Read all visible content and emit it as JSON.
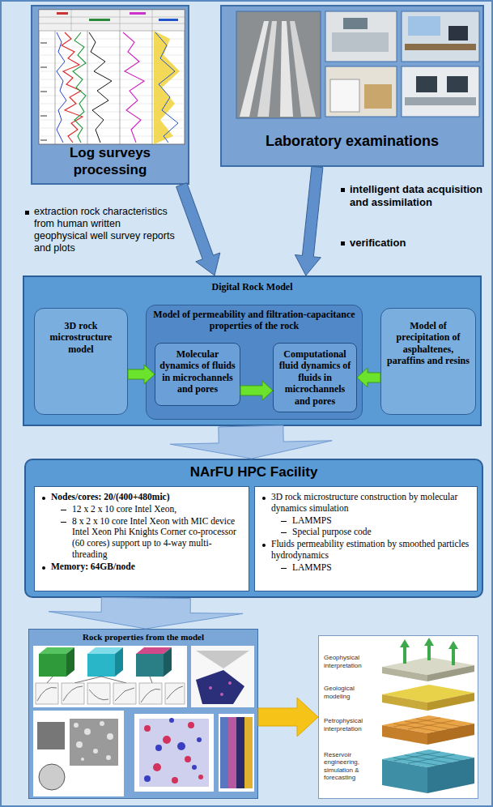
{
  "diagram": {
    "nodes": [
      {
        "text": [
          "Log surveys processing"
        ]
      },
      {
        "text": [
          "Laboratory examinations"
        ]
      },
      {
        "text": [
          "Digital Rock Model"
        ]
      },
      {
        "text": [
          "3D rock microstructure model"
        ],
        "in": 2
      },
      {
        "text": [
          "Model of permeability and filtration-capacitance properties of the rock"
        ],
        "in": 2
      },
      {
        "text": [
          "Molecular dynamics of fluids in microchannels and pores"
        ],
        "in": 4
      },
      {
        "text": [
          "Computational fluid dynamics of fluids in microchannels and pores"
        ],
        "in": 4
      },
      {
        "text": [
          "Model of precipitation of asphaltenes, paraffins and resins"
        ],
        "in": 2
      },
      {
        "text": [
          "NArFU HPC Facility"
        ]
      },
      {
        "text": [
          "Nodes/cores: 20/(400+480mic)",
          "12 x 2 x 10 core Intel Xeon,",
          "8 x 2 x 10 core Intel Xeon with MIC device Intel Xeon Phi Knights Corner co-processor (60 cores) support up to 4-way multi-threading",
          "Memory: 64GB/node"
        ],
        "in": 8
      },
      {
        "text": [
          "3D rock microstructure construction by molecular dynamics simulation",
          "LAMMPS",
          "Special purpose code",
          "Fluids permeability estimation by smoothed particles hydrodynamics",
          "LAMMPS"
        ],
        "in": 8
      },
      {
        "text": [
          "Rock properties from the model"
        ]
      },
      {
        "text": [
          "Geophysical interpretation",
          "Geological modeling",
          "Petrophysical interpretation",
          "Reservoir engineering, simulation & forecasting"
        ]
      }
    ],
    "edges": [
      {
        "from": 0,
        "to": 2,
        "arrow": "to"
      },
      {
        "from": 1,
        "to": 2,
        "arrow": "to"
      },
      {
        "from": 3,
        "to": 5,
        "arrow": "to"
      },
      {
        "from": 5,
        "to": 6,
        "arrow": "to"
      },
      {
        "from": 7,
        "to": 6,
        "arrow": "to"
      },
      {
        "from": 2,
        "to": 8,
        "arrow": "to"
      },
      {
        "from": 8,
        "to": 11,
        "arrow": "to"
      },
      {
        "from": 11,
        "to": 12,
        "arrow": "to"
      }
    ],
    "labels": [
      "extraction rock characteristics from human written geophysical well survey reports and plots",
      "intelligent data acquisition and assimilation",
      "verification"
    ]
  }
}
